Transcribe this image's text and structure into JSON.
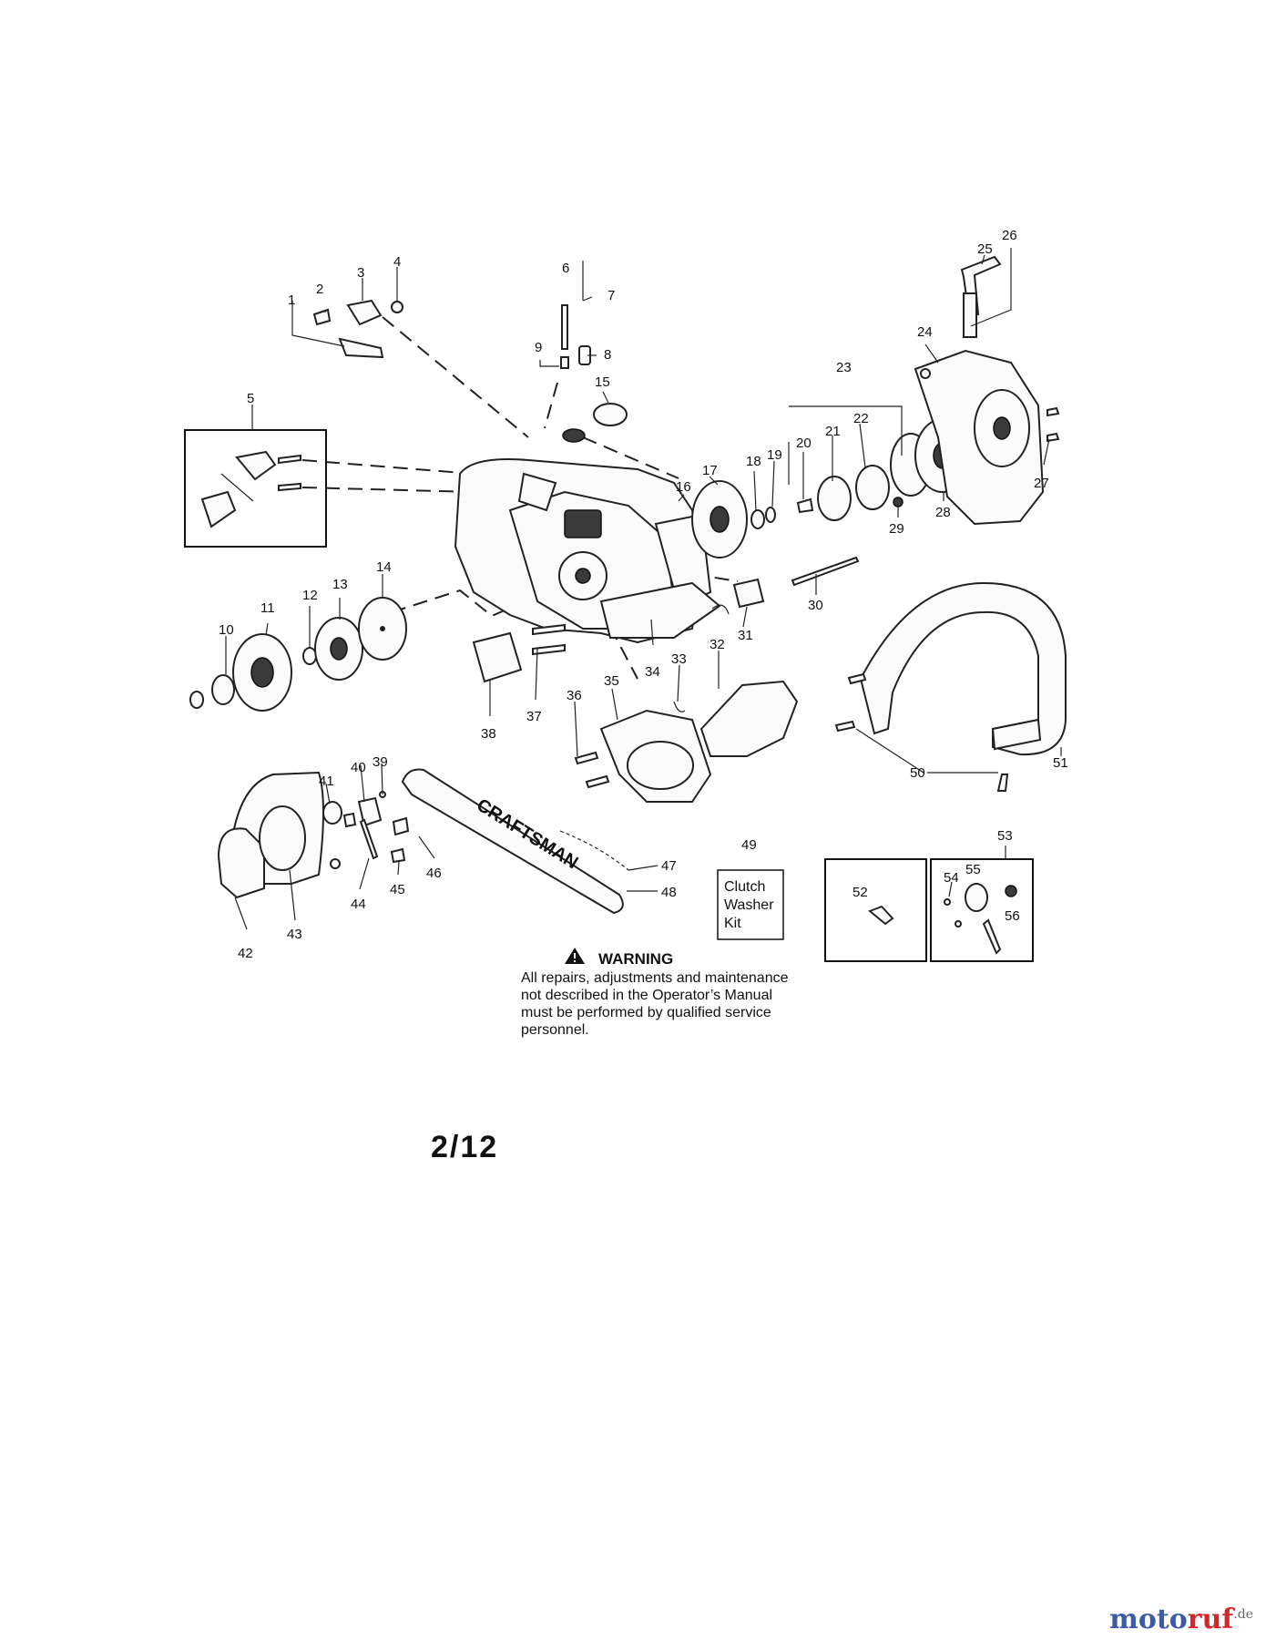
{
  "callouts": {
    "c1": "1",
    "c2": "2",
    "c3": "3",
    "c4": "4",
    "c5": "5",
    "c6": "6",
    "c7": "7",
    "c8": "8",
    "c9": "9",
    "c10": "10",
    "c11": "11",
    "c12": "12",
    "c13": "13",
    "c14": "14",
    "c15": "15",
    "c16": "16",
    "c17": "17",
    "c18": "18",
    "c19": "19",
    "c20": "20",
    "c21": "21",
    "c22": "22",
    "c23": "23",
    "c24": "24",
    "c25": "25",
    "c26": "26",
    "c27": "27",
    "c28": "28",
    "c29": "29",
    "c30": "30",
    "c31": "31",
    "c32": "32",
    "c33": "33",
    "c34": "34",
    "c35": "35",
    "c36": "36",
    "c37": "37",
    "c38": "38",
    "c39": "39",
    "c40": "40",
    "c41": "41",
    "c42": "42",
    "c43": "43",
    "c44": "44",
    "c45": "45",
    "c46": "46",
    "c47": "47",
    "c48": "48",
    "c49": "49",
    "c50": "50",
    "c51": "51",
    "c52": "52",
    "c53": "53",
    "c54": "54",
    "c55": "55",
    "c56": "56"
  },
  "clutch_box": {
    "line1": "Clutch",
    "line2": "Washer",
    "line3": "Kit"
  },
  "bar_brand": "CRAFTSMAN",
  "warning": {
    "title": "WARNING",
    "line1": "All repairs, adjustments and maintenance",
    "line2": "not described in the Operator’s Manual",
    "line3": "must be performed by qualified  service",
    "line4": "personnel."
  },
  "page_number": "2/12",
  "watermark": {
    "main": "moto",
    "accent": "ruf",
    "tld": ".de"
  }
}
